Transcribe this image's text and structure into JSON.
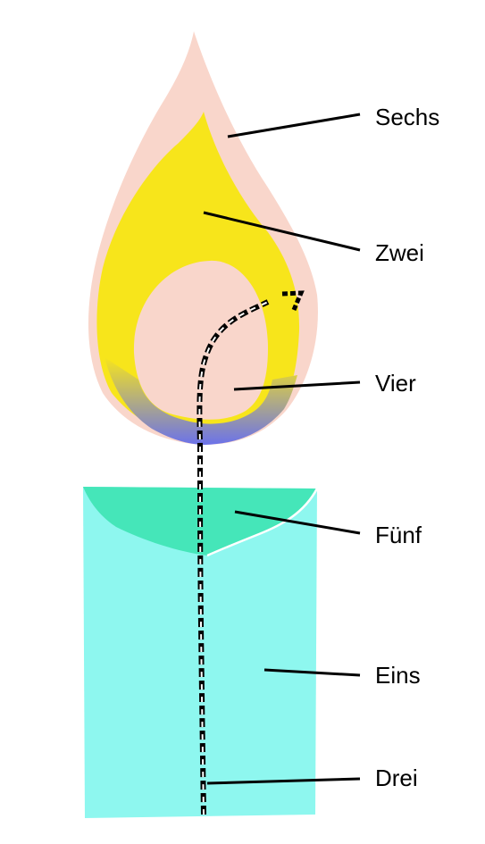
{
  "labels": {
    "sechs": "Sechs",
    "zwei": "Zwei",
    "vier": "Vier",
    "fuenf": "Fünf",
    "eins": "Eins",
    "drei": "Drei"
  },
  "colors": {
    "outer_flame": "#f9d6cb",
    "inner_flame": "#f7e51b",
    "flame_base": "#6b72ea",
    "wax_body": "#8ef7ef",
    "wax_pool": "#45e6b9",
    "wick": "#000000",
    "background": "#ffffff"
  }
}
